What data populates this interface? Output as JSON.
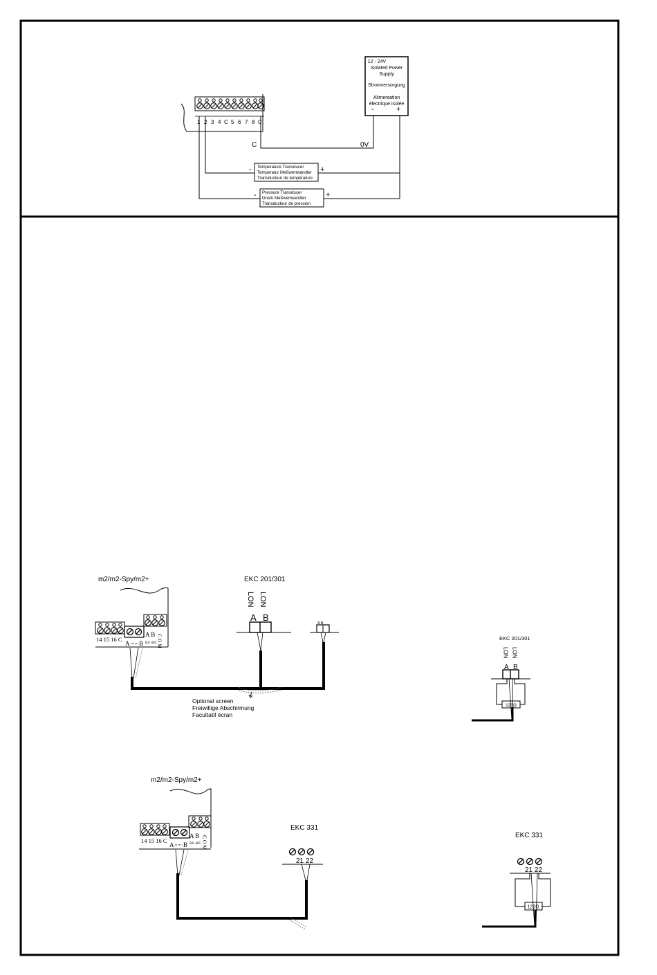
{
  "top_diagram": {
    "terminal_numbers": [
      "1",
      "2",
      "3",
      "4",
      "C",
      "5",
      "6",
      "7",
      "8",
      "C"
    ],
    "power_supply": {
      "lines": [
        "12 - 24V",
        "Isolated Power",
        "Supply",
        "Stromversorgung",
        "Alimentation",
        "électrique isolée"
      ],
      "minus": "-",
      "plus": "+"
    },
    "c_label": "C",
    "zero_v_label": "0V",
    "temperature_transducer": {
      "lines": [
        "Temperature Transducer",
        "Temperatur Meßwertwandler",
        "Transducteur de température"
      ],
      "minus": "-",
      "plus": "+"
    },
    "pressure_transducer": {
      "lines": [
        "Pressure Transducer",
        "Druck Meßwertwandler",
        "Transducteur de pression"
      ],
      "minus": "-",
      "plus": "+"
    }
  },
  "lon_diagram": {
    "controller_label": "m2/m2-Spy/m2+",
    "terminals_left": "14 15 16  C",
    "ab_labels": "A   B",
    "com_label": "C O M",
    "a_label": "A",
    "b_label": "B",
    "rs485": "RS 485",
    "ekc_label": "EKC 201/301",
    "lon_a": "LON",
    "lon_b": "LON",
    "pin_a": "A",
    "pin_b": "B",
    "small_ab": "A  B",
    "screen_lines": [
      "Optional screen",
      "Freiwillige Abschirmung",
      "Facultatif écran"
    ]
  },
  "lon_termination": {
    "ekc_label": "EKC 201/301",
    "lon_a": "LON",
    "lon_b": "LON",
    "pin_a": "A",
    "pin_b": "B",
    "resistor": "120Ω"
  },
  "ekc331_diagram": {
    "controller_label": "m2/m2-Spy/m2+",
    "terminals_left": "14 15 16  C",
    "com_label": "C O M",
    "a_label": "A",
    "b_label": "B",
    "ab_labels": "A   B",
    "rs485": "RS 485",
    "ekc_label": "EKC 331",
    "pins": "21 22"
  },
  "ekc331_termination": {
    "ekc_label": "EKC 331",
    "pins": "21 22",
    "resistor": "120Ω"
  }
}
